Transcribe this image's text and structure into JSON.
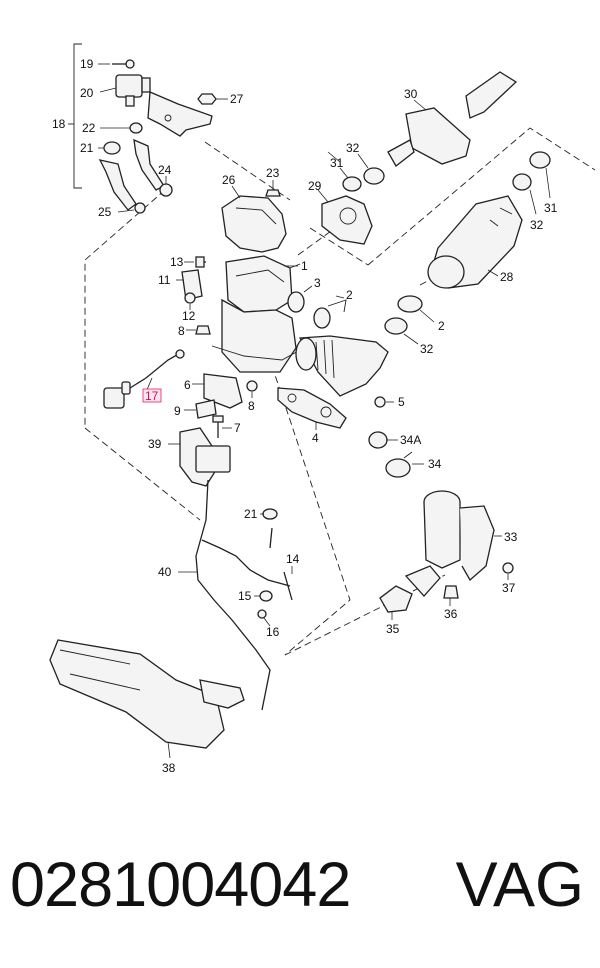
{
  "diagram": {
    "callouts": {
      "c1": "1",
      "c2a": "2",
      "c2b": "2",
      "c3": "3",
      "c4": "4",
      "c5": "5",
      "c6": "6",
      "c7": "7",
      "c8a": "8",
      "c8b": "8",
      "c9": "9",
      "c11": "11",
      "c12": "12",
      "c13": "13",
      "c14": "14",
      "c15": "15",
      "c16": "16",
      "c17": "17",
      "c18": "18",
      "c19": "19",
      "c20": "20",
      "c21a": "21",
      "c21b": "21",
      "c22": "22",
      "c23": "23",
      "c24": "24",
      "c25": "25",
      "c26": "26",
      "c27": "27",
      "c28": "28",
      "c29": "29",
      "c30": "30",
      "c31a": "31",
      "c31b": "31",
      "c32a": "32",
      "c32b": "32",
      "c32c": "32",
      "c33": "33",
      "c34": "34",
      "c34a": "34A",
      "c35": "35",
      "c36": "36",
      "c37": "37",
      "c38": "38",
      "c39": "39",
      "c40": "40"
    },
    "highlight_color": "#e91e63"
  },
  "footer": {
    "part_number": "0281004042",
    "brand": "VAG"
  }
}
